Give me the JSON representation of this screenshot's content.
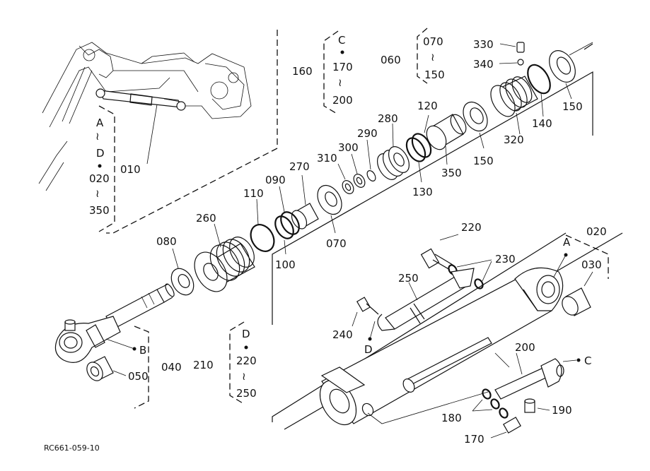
{
  "labels": {
    "p010": "010",
    "p020": "020",
    "p030": "030",
    "p040": "040",
    "p050": "050",
    "p060": "060",
    "p070a": "070",
    "p080": "080",
    "p090": "090",
    "p100": "100",
    "p110": "110",
    "p120": "120",
    "p130": "130",
    "p140": "140",
    "p150a": "150",
    "p150b": "150",
    "p160": "160",
    "p170": "170",
    "p180": "180",
    "p190": "190",
    "p200": "200",
    "p210": "210",
    "p220": "220",
    "p230": "230",
    "p240": "240",
    "p250": "250",
    "p260": "260",
    "p270": "270",
    "p280": "280",
    "p290": "290",
    "p300": "300",
    "p310": "310",
    "p320": "320",
    "p330": "330",
    "p340": "340",
    "p350": "350",
    "p070b": "070"
  },
  "groups": {
    "left": {
      "from": "A",
      "mid": "D",
      "start": "020",
      "tilde": "~",
      "end": "350",
      "approx": "≀"
    },
    "g160": {
      "from": "C",
      "start": "170",
      "end": "200"
    },
    "g070": {
      "start": "070",
      "end": "150"
    },
    "g210": {
      "from": "D",
      "start": "220",
      "end": "250"
    }
  },
  "refs": {
    "A": "A",
    "B": "B",
    "C": "C",
    "D": "D"
  },
  "figure_id": "RC661-059-10"
}
